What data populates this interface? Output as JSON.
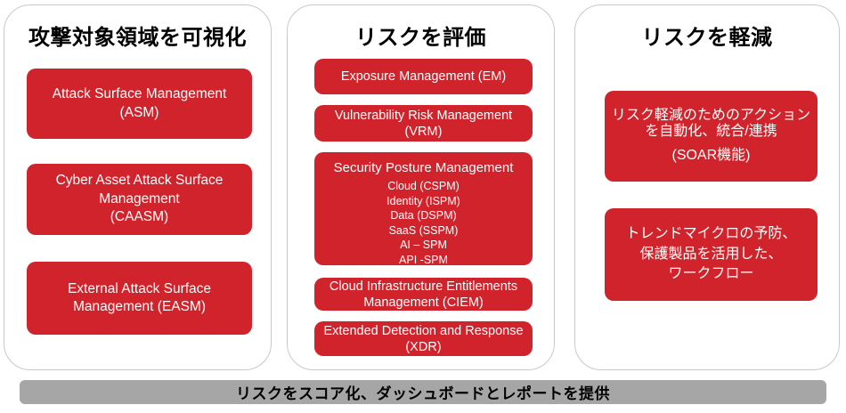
{
  "colors": {
    "box_red": "#d1232b",
    "border_gray": "#c9c9c9",
    "footer_gray": "#a6a6a6"
  },
  "columns": [
    {
      "title": "攻撃対象領域を可視化",
      "boxes": [
        {
          "text": "Attack Surface Management\n(ASM)"
        },
        {
          "text": "Cyber Asset Attack Surface\nManagement\n(CAASM)"
        },
        {
          "text": "External Attack Surface\nManagement (EASM)"
        }
      ]
    },
    {
      "title": "リスクを評価",
      "boxes": [
        {
          "text": "Exposure Management (EM)"
        },
        {
          "text": "Vulnerability Risk Management\n(VRM)"
        },
        {
          "heading": "Security Posture Management",
          "items": "Cloud (CSPM)\nIdentity (ISPM)\nData (DSPM)\nSaaS (SSPM)\nAI – SPM\nAPI -SPM"
        },
        {
          "text": "Cloud Infrastructure Entitlements\nManagement (CIEM)"
        },
        {
          "text": "Extended Detection and Response\n(XDR)"
        }
      ]
    },
    {
      "title": "リスクを軽減",
      "boxes": [
        {
          "text": "リスク軽減のためのアクション\nを自動化、統合/連携",
          "sub": "(SOAR機能)"
        },
        {
          "text": "トレンドマイクロの予防、\n保護製品を活用した、\nワークフロー"
        }
      ]
    }
  ],
  "footer": {
    "label": "リスクをスコア化、ダッシュボードとレポートを提供"
  }
}
